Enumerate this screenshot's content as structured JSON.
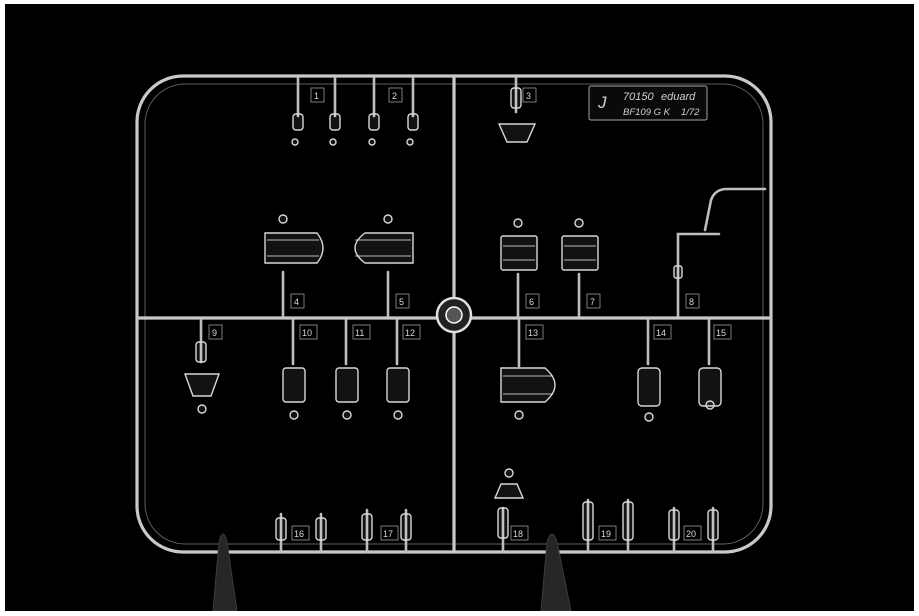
{
  "sprue": {
    "letter": "J",
    "catalog_number": "70150",
    "brand": "eduard",
    "kit_name": "BF109 G K",
    "scale": "1/72",
    "part_numbers": [
      "1",
      "2",
      "3",
      "4",
      "5",
      "6",
      "7",
      "8",
      "9",
      "10",
      "11",
      "12",
      "13",
      "14",
      "15",
      "16",
      "17",
      "18",
      "19",
      "20"
    ]
  },
  "colors": {
    "background": "#000000",
    "border": "#ffffff",
    "clear_plastic": "#d0d0d0"
  }
}
